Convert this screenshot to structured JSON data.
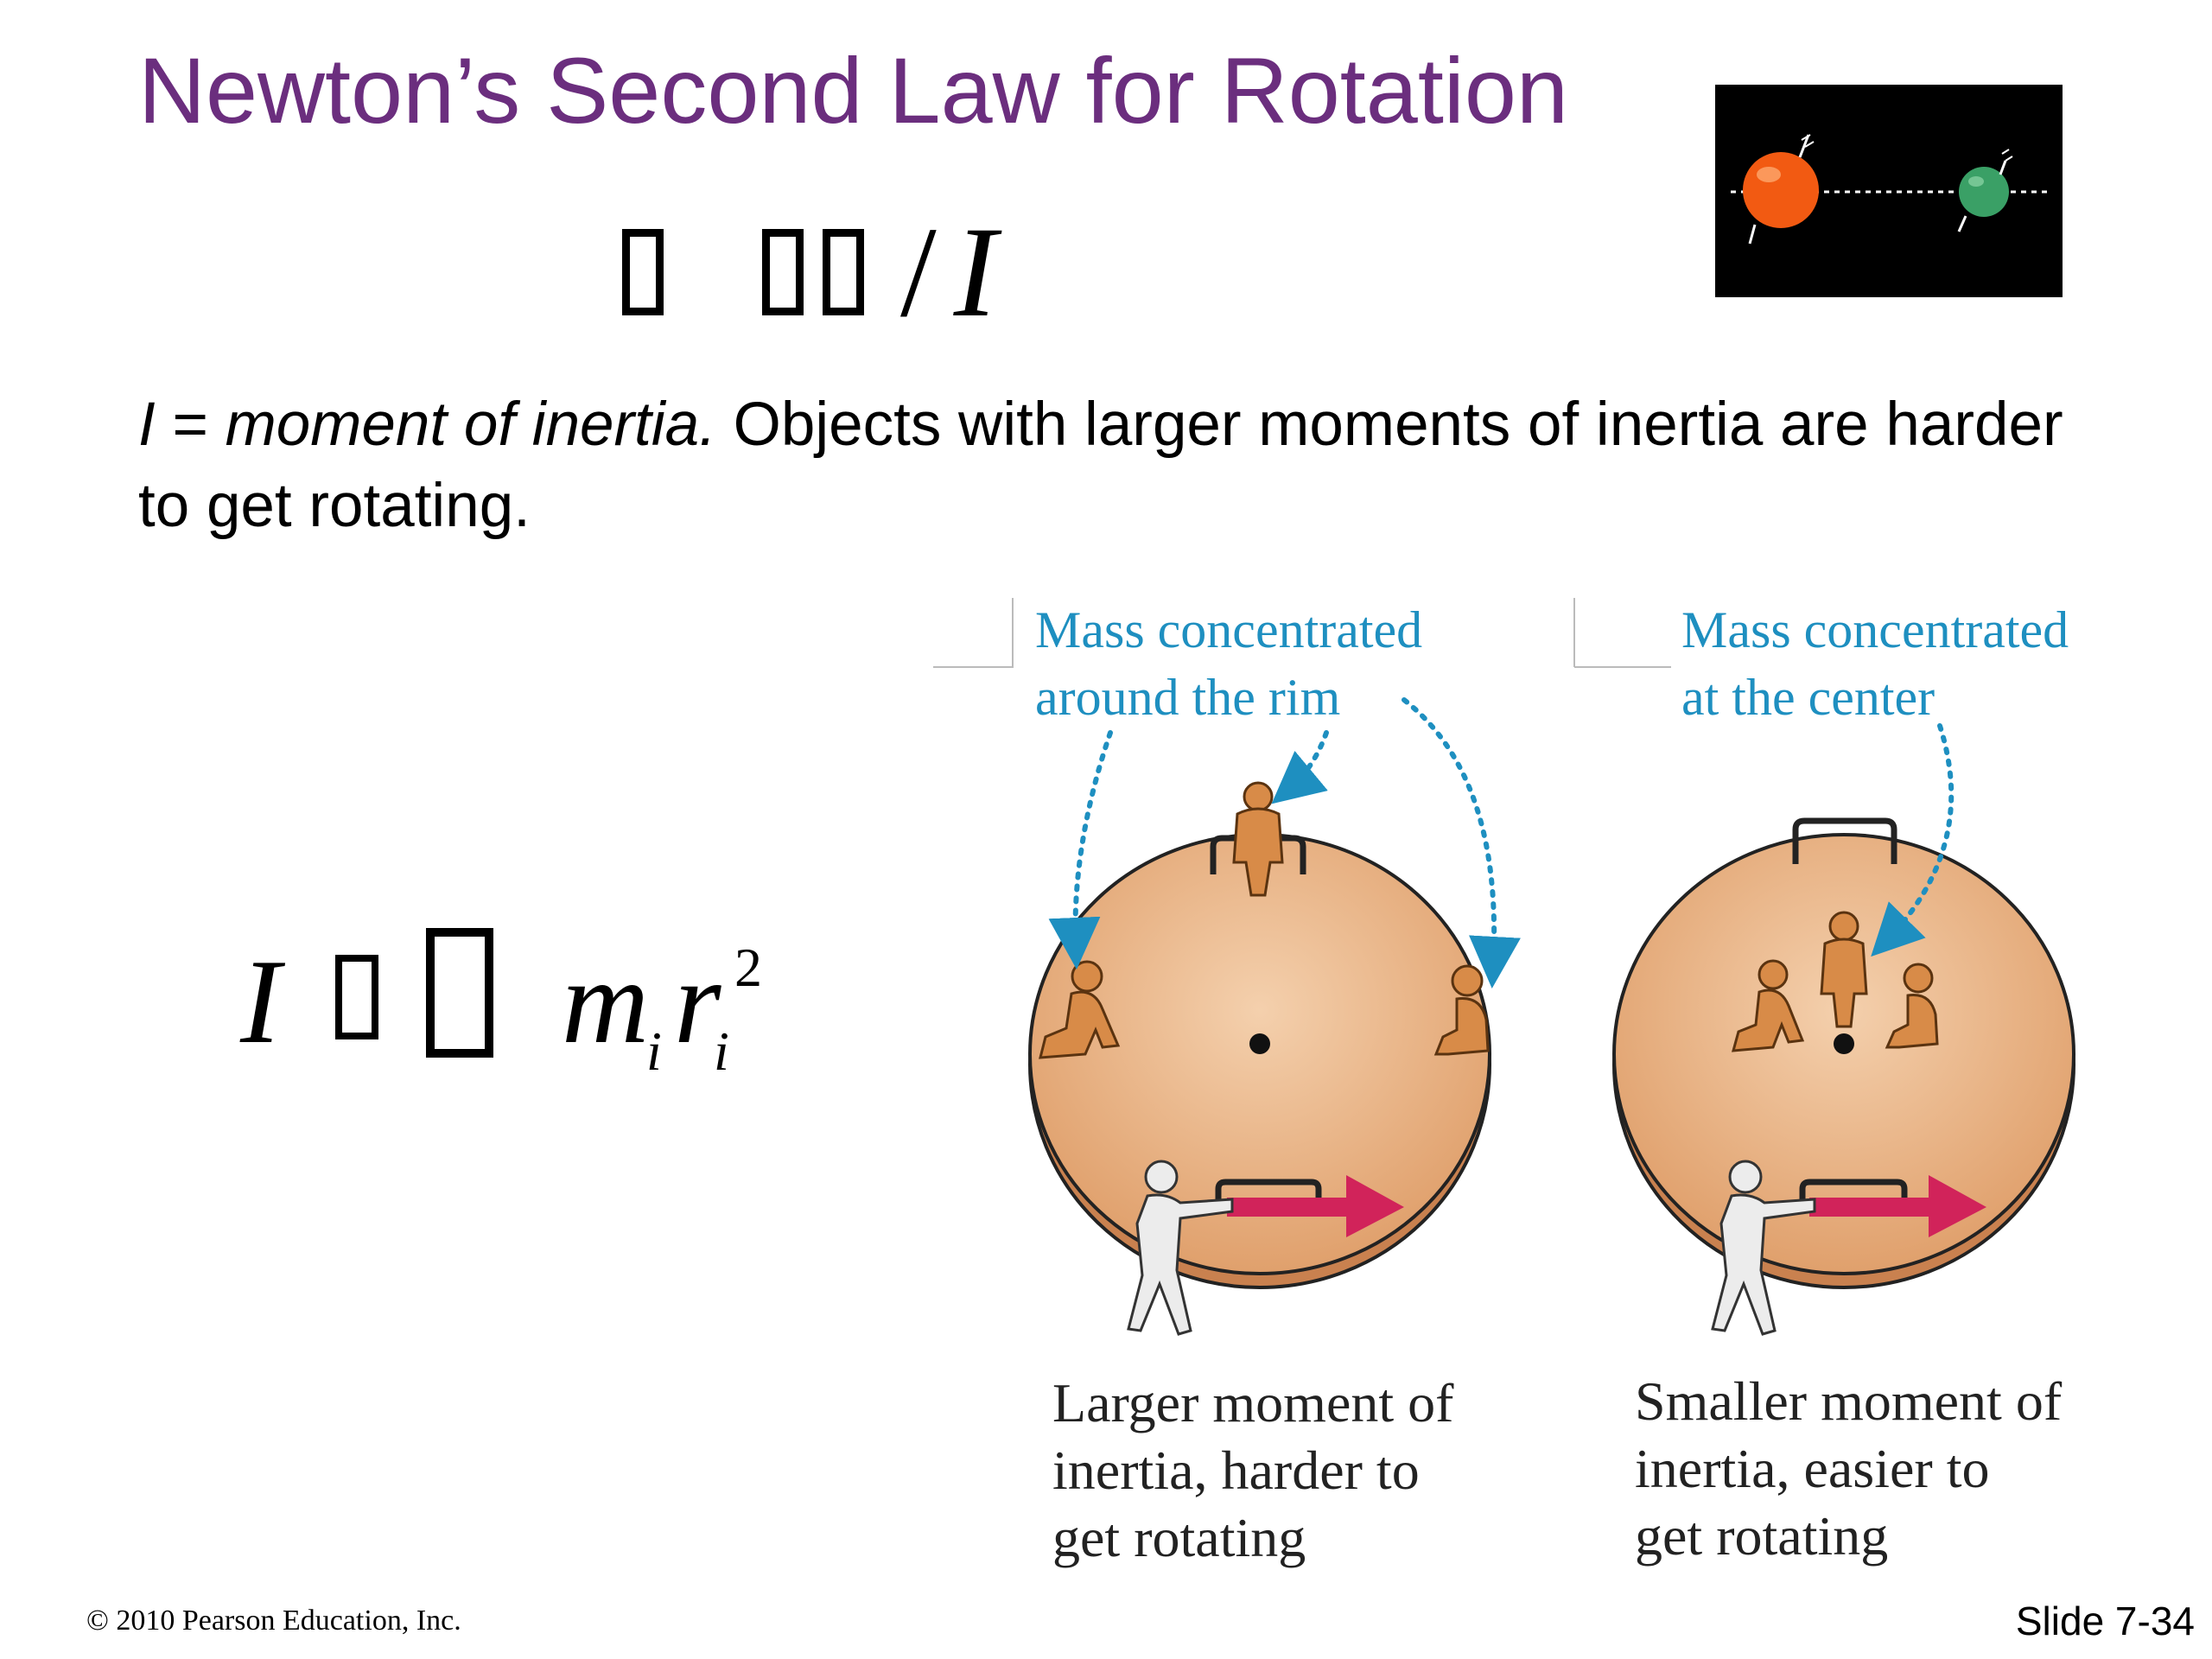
{
  "slide": {
    "title": "Newton’s Second Law for Rotation",
    "equation_1": {
      "slash": "/",
      "variable": "I"
    },
    "intro": {
      "symbol": "I",
      "equals": " = ",
      "term": "moment of inertia.",
      "text": " Objects with larger moments of inertia are harder to get rotating."
    },
    "equation_2": {
      "lhs": "I",
      "m": "m",
      "sub_m": "i",
      "r": "r",
      "sub_r": "i",
      "exponent": "2"
    },
    "figure": {
      "label_left": [
        "Mass concentrated",
        "around the rim"
      ],
      "label_right": [
        "Mass concentrated",
        "at the center"
      ],
      "caption_left": [
        "Larger moment of",
        "inertia, harder to",
        "get rotating"
      ],
      "caption_right": [
        "Smaller moment of",
        "inertia, easier to",
        "get rotating"
      ]
    },
    "copyright": "© 2010 Pearson Education, Inc.",
    "slide_number": "Slide 7-34"
  },
  "colors": {
    "title": "#6b2e7e",
    "label": "#1e8fc0",
    "disk": "#e6b184",
    "arrow": "#d1235a",
    "planet_large": "#f25a12",
    "planet_small": "#3aa066"
  }
}
